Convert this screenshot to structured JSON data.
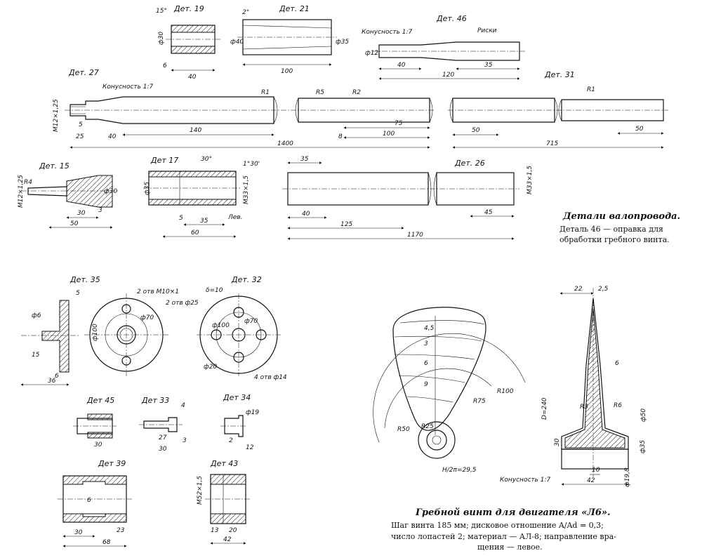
{
  "labels": {
    "det19": "Дет. 19",
    "det21": "Дет. 21",
    "det46": "Дет. 46",
    "det27": "Дет. 27",
    "det31": "Дет. 31",
    "det15": "Дет. 15",
    "det17": "Дет 17",
    "det26": "Дет. 26",
    "det35": "Дет. 35",
    "det32": "Дет. 32",
    "det45": "Дет 45",
    "det33": "Дет 33",
    "det34": "Дет 34",
    "det39": "Дет 39",
    "det43": "Дет 43"
  },
  "annotations": {
    "taper_46": "Конусность 1:7",
    "marks_46": "Риски",
    "taper_27": "Конусность 1:7",
    "taper_prop": "Конусность 1:7",
    "holes_35_m10": "2 отв M10×1",
    "holes_35_25": "2 отв ф25",
    "holes_32": "4 отв ф14",
    "delta_32": "δ=10",
    "pitch_formula": "H/2π=29,5"
  },
  "dims": {
    "d19_a": "15°",
    "d19_b": "6",
    "d19_c": "40",
    "d19_d": "ф30",
    "d21_a": "2°",
    "d21_b": "100",
    "d21_c": "ф40",
    "d21_d": "ф35",
    "d46_a": "40",
    "d46_b": "120",
    "d46_c": "35",
    "d46_d": "ф12",
    "d27_a": "5",
    "d27_b": "25",
    "d27_c": "40",
    "d27_d": "140",
    "d27_e": "8",
    "d27_f": "75",
    "d27_g": "100",
    "d27_h": "1400",
    "d27_i": "M12×1,25",
    "d27_r1": "R1",
    "d27_r5": "R5",
    "d27_r2": "R2",
    "d31_a": "50",
    "d31_b": "715",
    "d31_c": "50",
    "d31_r1": "R1",
    "d15_a": "R4",
    "d15_b": "30",
    "d15_c": "50",
    "d15_d": "M12×1,25",
    "d15_e": "ф30",
    "d15_f": "3",
    "d17_a": "30°",
    "d17_b": "1°30'",
    "d17_c": "5",
    "d17_d": "35",
    "d17_e": "60",
    "d17_f": "ф35",
    "d17_g": "M33×1,5",
    "d17_h": "Лев.",
    "d26_a": "35",
    "d26_b": "40",
    "d26_c": "125",
    "d26_d": "45",
    "d26_e": "1170",
    "d26_f": "M33×1,5",
    "d35_a": "5",
    "d35_b": "15",
    "d35_c": "36",
    "d35_d": "6",
    "d35_e": "ф6",
    "d35_f": "ф100",
    "d35_g": "ф70",
    "d32_a": "ф100",
    "d32_b": "ф70",
    "d32_c": "ф20",
    "d45_a": "30",
    "d33_a": "27",
    "d33_b": "30",
    "d33_c": "4",
    "d33_d": "3",
    "d34_a": "2",
    "d34_b": "12",
    "d34_c": "ф19",
    "d39_a": "30",
    "d39_b": "68",
    "d39_c": "23",
    "d39_d": "6",
    "d43_a": "13",
    "d43_b": "20",
    "d43_c": "42",
    "d43_d": "M52×1,5",
    "pr_a": "22",
    "pr_b": "2,5",
    "pr_c": "D=240",
    "pr_d": "30",
    "pr_e": "42",
    "pr_f": "10",
    "pr_g": "ф35",
    "pr_h": "ф19,8",
    "pr_i": "6",
    "pr_r3": "R3",
    "pr_r6": "R6",
    "pr_r75": "R75",
    "pr_r100": "R100",
    "pr_r50": "R50",
    "pr_r25": "R25",
    "pr_s1": "4,5",
    "pr_s2": "3",
    "pr_s3": "6",
    "pr_s4": "9",
    "pr_s5": "ф50"
  },
  "captions": {
    "shaft_title": "Детали валопровода.",
    "shaft_text": "Деталь 46 — оправка для обработки гребного винта.",
    "prop_title": "Гребной винт для двигателя «Л6».",
    "prop_line1": "Шаг винта 185 мм; дисковое отношение A/Ad = 0,3;",
    "prop_line2": "число лопастей 2; материал — АЛ-8; направление вращения — левое."
  }
}
